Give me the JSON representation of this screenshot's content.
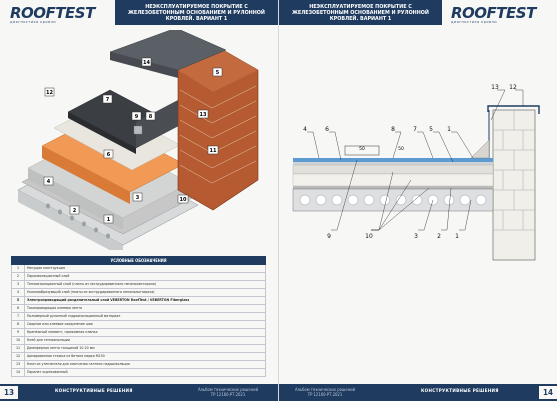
{
  "logo": {
    "brand": "ROOFTEST",
    "tagline": "диагностика кровли"
  },
  "left": {
    "header": "Неэксплуатируемое покрытие с железобетонным основанием и рулонной кровлей. Вариант 1",
    "page_number": "13",
    "footer_section": "КОНСТРУКТИВНЫЕ РЕШЕНИЯ",
    "footer_album_line1": "Альбом технических решений",
    "footer_album_line2": "ТР 12160-РТ.2021",
    "callouts": [
      "14",
      "5",
      "12",
      "7",
      "9",
      "8",
      "13",
      "6",
      "11",
      "3",
      "4",
      "10",
      "2",
      "1"
    ],
    "legend_title": "УСЛОВНЫЕ ОБОЗНАЧЕНИЯ",
    "legend": [
      {
        "n": "1",
        "t": "Несущая конструкция"
      },
      {
        "n": "2",
        "t": "Пароизоляционный слой"
      },
      {
        "n": "3",
        "t": "Теплоизоляционный слой (плиты из экструдированного пенополистирола)"
      },
      {
        "n": "4",
        "t": "Уклонообразующий слой (плиты из экструдированного пенополистирола)"
      },
      {
        "n": "5",
        "t": "Электропроводящий разделительный слой VEBERTON RoofTest / VEBERTON Fiberglass"
      },
      {
        "n": "6",
        "t": "Токопроводящая клеевая лента"
      },
      {
        "n": "7",
        "t": "Полимерный рулонный гидроизоляционный материал"
      },
      {
        "n": "8",
        "t": "Сварное или клеевое соединение шва"
      },
      {
        "n": "9",
        "t": "Крепёжный элемент, прижимная планка"
      },
      {
        "n": "10",
        "t": "Клей для теплоизоляции"
      },
      {
        "n": "11",
        "t": "Демпферная лента толщиной 10-20 мм"
      },
      {
        "n": "12",
        "t": "Армированная стяжка из бетона марки М150"
      },
      {
        "n": "13",
        "t": "Клин из утеплителя для смягчения галтели гидроизоляции"
      },
      {
        "n": "14",
        "t": "Парапет оцинкованный"
      }
    ]
  },
  "right": {
    "header": "Неэксплуатируемое покрытие с железобетонным основанием и рулонной кровлей. Вариант 1",
    "page_number": "14",
    "footer_section": "КОНСТРУКТИВНЫЕ РЕШЕНИЯ",
    "footer_album_line1": "Альбом технических решений",
    "footer_album_line2": "ТР 12160-РТ.2021",
    "callouts_top": [
      "4",
      "6",
      "8",
      "7",
      "5",
      "1",
      "13",
      "12"
    ],
    "callouts_bottom": [
      "9",
      "10",
      "3",
      "2",
      "1"
    ],
    "dim_50": "50",
    "dim_50b": "50"
  },
  "colors": {
    "navy": "#1f3c60",
    "brick": "#b0532c",
    "insulation": "#e88a4a",
    "membrane": "#3a3d42"
  }
}
